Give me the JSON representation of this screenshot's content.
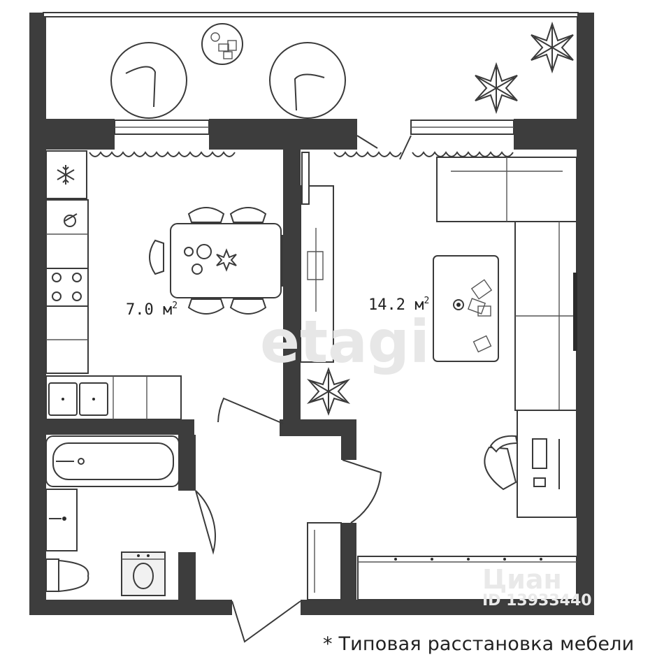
{
  "rooms": {
    "kitchen": {
      "area": "7.0 м",
      "sup": "2"
    },
    "living": {
      "area": "14.2 м",
      "sup": "2"
    }
  },
  "watermarks": {
    "etagi": "etagi",
    "cian": "Циан",
    "cian_id": "ID 13933440"
  },
  "note": "* Типовая расстановка мебели",
  "colors": {
    "wall": "#3d3d3d",
    "line": "#3a3a3a",
    "background": "#ffffff"
  },
  "icons": [
    "snowflake-icon",
    "plant-icon",
    "armchair-icon",
    "stove-icon",
    "sink-icon",
    "toilet-icon",
    "washing-machine-icon"
  ]
}
